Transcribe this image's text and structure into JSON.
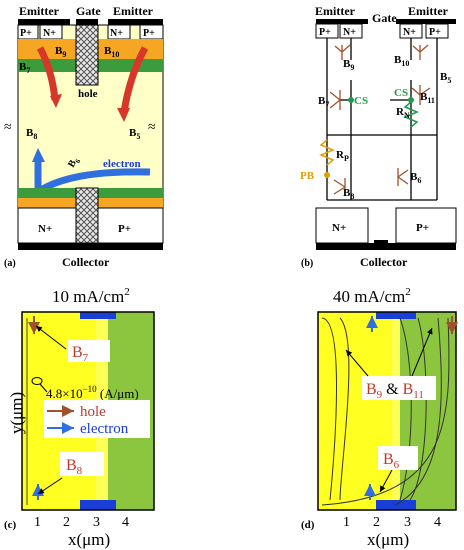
{
  "panel_a": {
    "emitter_left": "Emitter",
    "gate": "Gate",
    "emitter_right": "Emitter",
    "p_plus": "P+",
    "n_plus": "N+",
    "b9": "B",
    "b9_sub": "9",
    "b10": "B",
    "b10_sub": "10",
    "b7": "B",
    "b7_sub": "7",
    "hole": "hole",
    "b8": "B",
    "b8_sub": "8",
    "b5": "B",
    "b5_sub": "5",
    "b6": "B",
    "b6_sub": "6",
    "electron": "electron",
    "n_plus_bottom": "N+",
    "p_plus_bottom": "P+",
    "collector": "Collector",
    "caption": "(a)"
  },
  "panel_b": {
    "emitter_left": "Emitter",
    "gate": "Gate",
    "emitter_right": "Emitter",
    "p_plus": "P+",
    "n_plus": "N+",
    "b9": "B",
    "b9_sub": "9",
    "b10": "B",
    "b10_sub": "10",
    "b5": "B",
    "b5_sub": "5",
    "b7": "B",
    "b7_sub": "7",
    "cs_left": "CS",
    "cs_right": "CS",
    "b11": "B",
    "b11_sub": "11",
    "rn": "R",
    "rn_sub": "N",
    "rp": "R",
    "rp_sub": "P",
    "pb": "PB",
    "b8": "B",
    "b8_sub": "8",
    "b6": "B",
    "b6_sub": "6",
    "n_plus_bottom": "N+",
    "p_plus_bottom": "P+",
    "collector": "Collector",
    "caption": "(b)"
  },
  "panel_c": {
    "title": "10 mA/cm",
    "title_sup": "2",
    "b7": "B",
    "b7_sub": "7",
    "current": "4.8×10",
    "current_exp": "−10",
    "current_unit": " (A/μm)",
    "legend_hole": "hole",
    "legend_electron": "electron",
    "b8": "B",
    "b8_sub": "8",
    "ylabel": "y(μm)",
    "xlabel": "x(μm)",
    "xticks": [
      "1",
      "2",
      "3",
      "4"
    ],
    "caption": "(c)"
  },
  "panel_d": {
    "title": "40 mA/cm",
    "title_sup": "2",
    "b9": "B",
    "b9_sub": "9",
    "amp": " & ",
    "b11": "B",
    "b11_sub": "11",
    "b6": "B",
    "b6_sub": "6",
    "xlabel": "x(μm)",
    "xticks": [
      "1",
      "2",
      "3",
      "4"
    ],
    "caption": "(d)"
  },
  "colors": {
    "yellow": "#ffff22",
    "green": "#8cc63f",
    "blue": "#1a3fd6",
    "hole_arrow": "#a0522d",
    "electron_arrow": "#2f6fe0",
    "label_red": "#c0392b",
    "cs_green": "#1e9b4c",
    "resistor_orange": "#e0a000"
  }
}
